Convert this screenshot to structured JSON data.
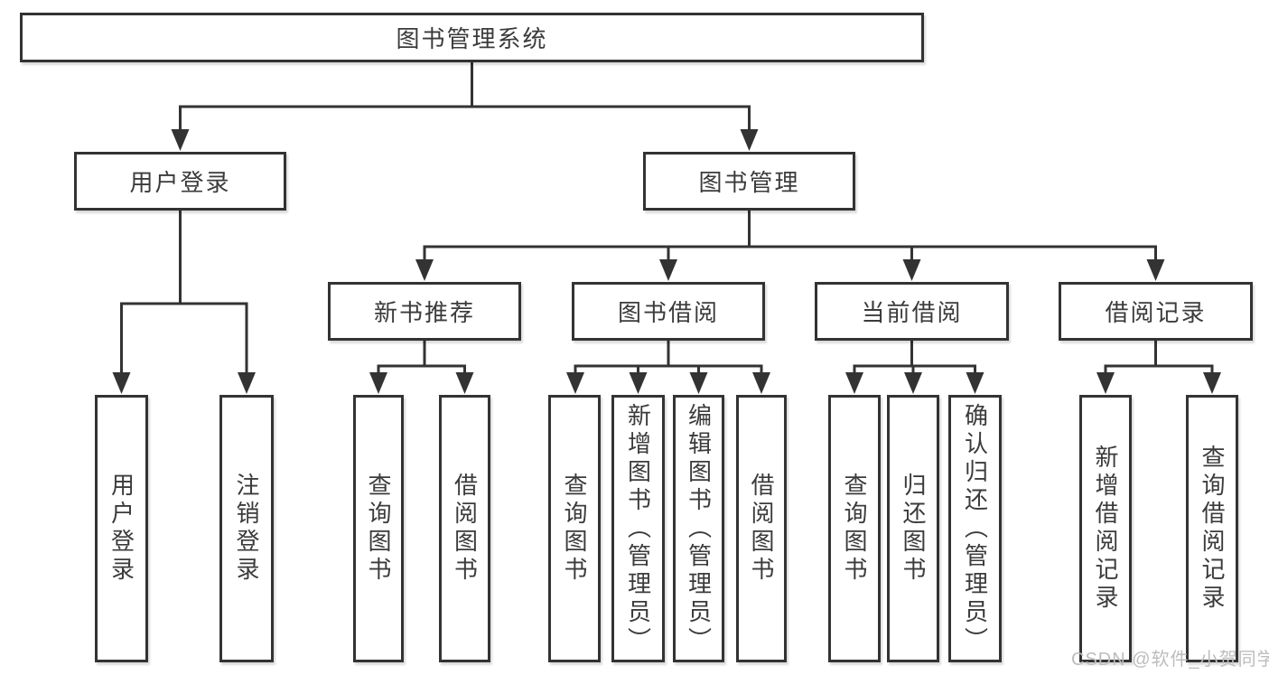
{
  "colors": {
    "line": "#333333",
    "box_border": "#333333",
    "text": "#3b3b3b",
    "watermark": "#bdbdbd",
    "background": "#ffffff"
  },
  "watermark": {
    "text": "CSDN @软件_小贺同学"
  },
  "diagram": {
    "type": "tree",
    "root": {
      "label": "图书管理系统"
    },
    "branches": [
      {
        "label": "用户登录",
        "children": [
          {
            "label": "用户登录"
          },
          {
            "label": "注销登录"
          }
        ]
      },
      {
        "label": "图书管理",
        "children": [
          {
            "label": "新书推荐",
            "children": [
              {
                "label": "查询图书"
              },
              {
                "label": "借阅图书"
              }
            ]
          },
          {
            "label": "图书借阅",
            "children": [
              {
                "label": "查询图书"
              },
              {
                "label": "新增图书（管理员）"
              },
              {
                "label": "编辑图书（管理员）"
              },
              {
                "label": "借阅图书"
              }
            ]
          },
          {
            "label": "当前借阅",
            "children": [
              {
                "label": "查询图书"
              },
              {
                "label": "归还图书"
              },
              {
                "label": "确认归还（管理员）"
              }
            ]
          },
          {
            "label": "借阅记录",
            "children": [
              {
                "label": "新增借阅记录"
              },
              {
                "label": "查询借阅记录"
              }
            ]
          }
        ]
      }
    ]
  }
}
